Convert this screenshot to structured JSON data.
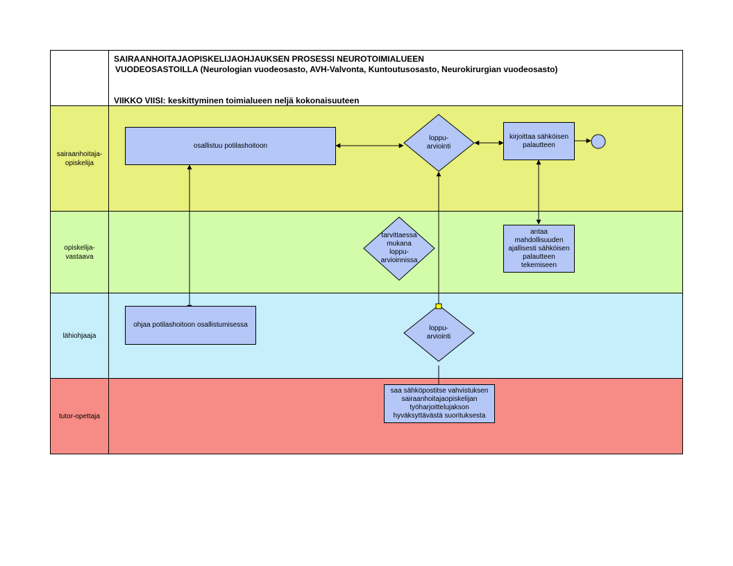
{
  "header": {
    "title_line1": "SAIRAANHOITAJAOPISKELIJAOHJAUKSEN PROSESSI NEUROTOIMIALUEEN",
    "title_line2": "VUODEOSASTOILLA (Neurologian vuodeosasto, AVH-Valvonta, Kuntoutusosasto, Neurokirurgian vuodeosasto)",
    "week": "VIIKKO VIISI: keskittyminen toimialueen neljä kokonaisuuteen"
  },
  "lanes": [
    {
      "label": "sairaanhoitaja-\nopiskelija",
      "color": "#e8f07e"
    },
    {
      "label": "opiskelija-\nvastaava",
      "color": "#d2fbaa"
    },
    {
      "label": "lähiohjaaja",
      "color": "#c6eefb"
    },
    {
      "label": "tutor-opettaja",
      "color": "#f78c86"
    }
  ],
  "nodes": {
    "participate": "osallistuu potilashoitoon",
    "final_eval_student": "loppu-\narviointi",
    "write_feedback": "kirjoittaa sähköisen\npalautteen",
    "present_if_needed": "tarvittaessa\nmukana\nloppu-\narvioinnissa",
    "enable_feedback": "antaa\nmahdollisuuden\najallisesti sähköisen\npalautteen\ntekemiseen",
    "guide": "ohjaa potilashoitoon osallistumisessa",
    "final_eval_supervisor": "loppu-\narviointi",
    "email_confirmation": "saa sähköpostitse vahvistuksen\nsairaanhoitajaopiskelijan\ntyöharjoittelujakson\nhyväksyttävästä suorituksesta"
  },
  "colors": {
    "box_fill": "#b4c7f7",
    "diamond_fill": "#b4c7f7",
    "end_fill": "#b4c7f7"
  }
}
